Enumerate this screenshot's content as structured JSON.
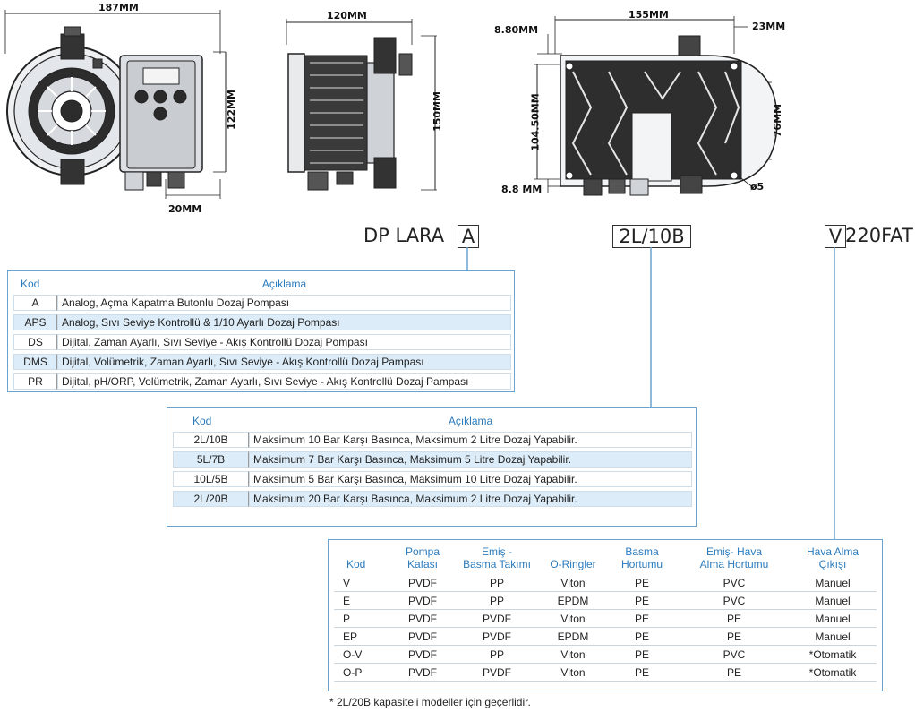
{
  "dimensions": {
    "front_width": "187MM",
    "front_height": "122MM",
    "front_bottom": "20MM",
    "side_width": "120MM",
    "side_height": "150MM",
    "back_width": "155MM",
    "back_top_left": "8.80MM",
    "back_top_right": "23MM",
    "back_left": "104.50MM",
    "back_bottom_left": "8.8 MM",
    "back_right": "76MM",
    "hole": "ø5"
  },
  "model_code": {
    "prefix": "DP LARA",
    "part1": "A",
    "part2": "2L/10B",
    "part3": "V",
    "suffix": "220FAT"
  },
  "table_type": {
    "headers": [
      "Kod",
      "Açıklama"
    ],
    "rows": [
      {
        "code": "A",
        "desc": "Analog, Açma Kapatma Butonlu Dozaj Pompası"
      },
      {
        "code": "APS",
        "desc": "Analog, Sıvı Seviye Kontrollü & 1/10 Ayarlı Dozaj Pompası"
      },
      {
        "code": "DS",
        "desc": "Dijital, Zaman Ayarlı, Sıvı Seviye - Akış Kontrollü Dozaj Pompası"
      },
      {
        "code": "DMS",
        "desc": "Dijital, Volümetrik, Zaman Ayarlı, Sıvı Seviye - Akış Kontrollü Dozaj Pampası"
      },
      {
        "code": "PR",
        "desc": "Dijital, pH/ORP, Volümetrik, Zaman Ayarlı, Sıvı Seviye - Akış Kontrollü Dozaj Pampası"
      }
    ]
  },
  "table_capacity": {
    "headers": [
      "Kod",
      "Açıklama"
    ],
    "rows": [
      {
        "code": "2L/10B",
        "desc": "Maksimum 10 Bar Karşı Basınca, Maksimum 2 Litre Dozaj Yapabilir."
      },
      {
        "code": "5L/7B",
        "desc": "Maksimum 7 Bar Karşı Basınca, Maksimum 5 Litre Dozaj Yapabilir."
      },
      {
        "code": "10L/5B",
        "desc": "Maksimum 5 Bar Karşı Basınca, Maksimum 10 Litre Dozaj Yapabilir."
      },
      {
        "code": "2L/20B",
        "desc": "Maksimum 20 Bar Karşı Basınca, Maksimum 2 Litre Dozaj Yapabilir."
      }
    ]
  },
  "table_material": {
    "headers": [
      "Kod",
      "Pompa Kafası",
      "Emiş - Basma Takımı",
      "O-Ringler",
      "Basma Hortumu",
      "Emiş- Hava Alma Hortumu",
      "Hava Alma Çıkışı"
    ],
    "rows": [
      [
        "V",
        "PVDF",
        "PP",
        "Viton",
        "PE",
        "PVC",
        "Manuel"
      ],
      [
        "E",
        "PVDF",
        "PP",
        "EPDM",
        "PE",
        "PVC",
        "Manuel"
      ],
      [
        "P",
        "PVDF",
        "PVDF",
        "Viton",
        "PE",
        "PE",
        "Manuel"
      ],
      [
        "EP",
        "PVDF",
        "PVDF",
        "EPDM",
        "PE",
        "PE",
        "Manuel"
      ],
      [
        "O-V",
        "PVDF",
        "PP",
        "Viton",
        "PE",
        "PVC",
        "*Otomatik"
      ],
      [
        "O-P",
        "PVDF",
        "PVDF",
        "Viton",
        "PE",
        "PE",
        "*Otomatik"
      ]
    ]
  },
  "footnote": "* 2L/20B kapasiteli modeller için geçerlidir.",
  "colors": {
    "accent": "#2b7bbd",
    "border": "#6aa3cf",
    "row_alt": "#dcecf8"
  }
}
